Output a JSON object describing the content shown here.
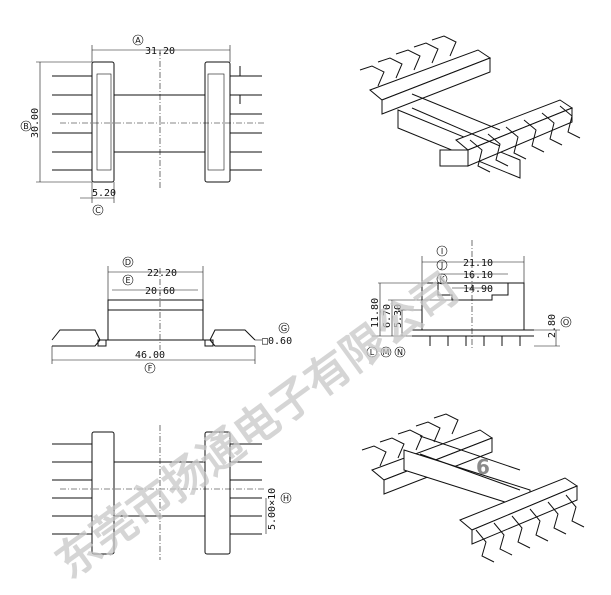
{
  "watermark": "东莞市扬通电子有限公司",
  "page_number": "6",
  "top_view": {
    "width_marker": "A",
    "width_value": "31.20",
    "height_marker": "B",
    "height_value": "30.00",
    "pitch_marker": "C",
    "pitch_value": "5.20"
  },
  "front_view": {
    "top_outer_marker": "D",
    "top_outer_value": "22.20",
    "top_inner_marker": "E",
    "top_inner_value": "20.60",
    "total_marker": "F",
    "total_value": "46.00",
    "pin_marker": "G",
    "pin_value": "□0.60"
  },
  "side_view": {
    "overall_marker": "I",
    "overall_value": "21.10",
    "middle_marker": "J",
    "middle_value": "16.10",
    "inner_marker": "K",
    "inner_value": "14.90",
    "height_values": [
      "11.80",
      "6.70",
      "5.30"
    ],
    "height_markers": [
      "L",
      "M",
      "N"
    ],
    "pin_height_marker": "O",
    "pin_height_value": "2.80"
  },
  "bottom_view": {
    "pitch_marker": "H",
    "pitch_value": "5.00×10"
  }
}
